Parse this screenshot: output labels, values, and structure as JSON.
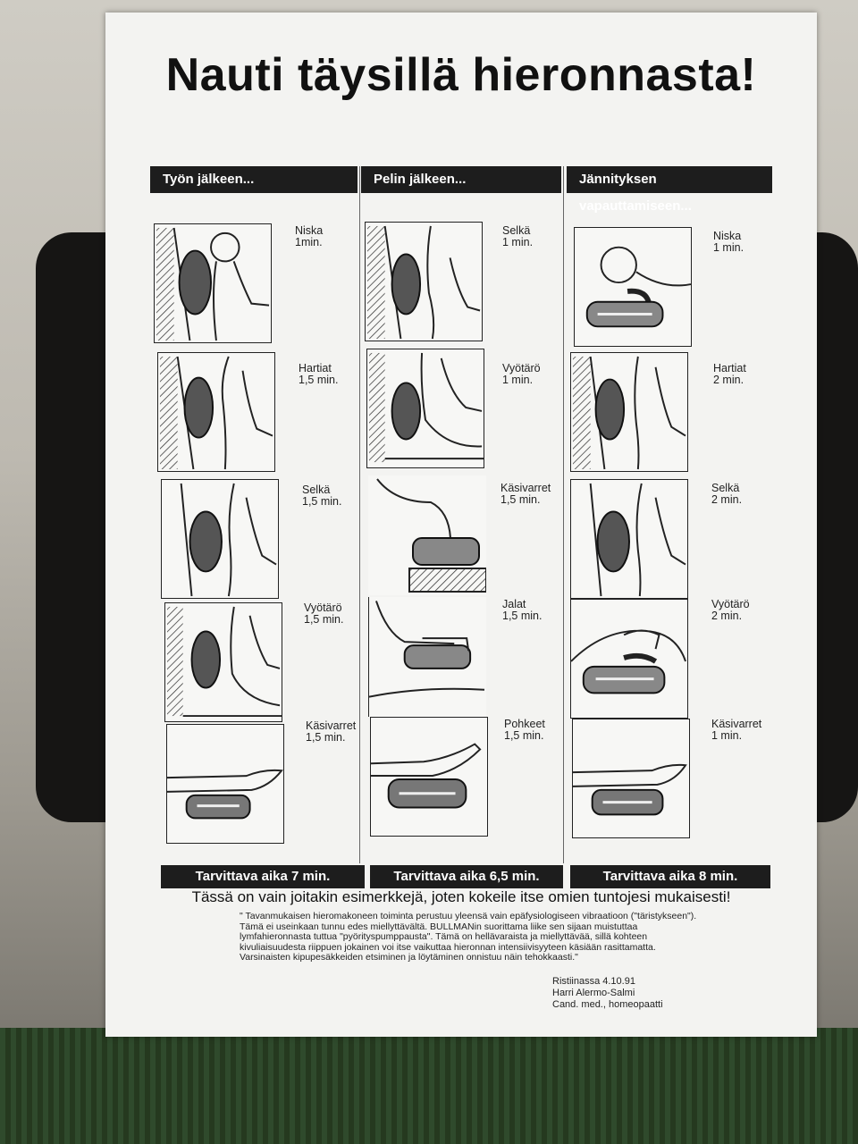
{
  "headline": "Nauti täysillä hieronnasta!",
  "columns": [
    {
      "header": "Työn jälkeen...",
      "footer": "Tarvittava aika 7 min.",
      "items": [
        {
          "part": "Niska",
          "time": "1min."
        },
        {
          "part": "Hartiat",
          "time": "1,5 min."
        },
        {
          "part": "Selkä",
          "time": "1,5 min."
        },
        {
          "part": "Vyötärö",
          "time": "1,5 min."
        },
        {
          "part": "Käsivarret",
          "time": "1,5 min."
        }
      ]
    },
    {
      "header": "Pelin jälkeen...",
      "footer": "Tarvittava aika 6,5 min.",
      "items": [
        {
          "part": "Selkä",
          "time": "1 min."
        },
        {
          "part": "Vyötärö",
          "time": "1 min."
        },
        {
          "part": "Käsivarret",
          "time": "1,5 min."
        },
        {
          "part": "Jalat",
          "time": "1,5 min."
        },
        {
          "part": "Pohkeet",
          "time": "1,5 min."
        }
      ]
    },
    {
      "header": "Jännityksen vapauttamiseen...",
      "footer": "Tarvittava aika 8 min.",
      "items": [
        {
          "part": "Niska",
          "time": "1 min."
        },
        {
          "part": "Hartiat",
          "time": "2 min."
        },
        {
          "part": "Selkä",
          "time": "2 min."
        },
        {
          "part": "Vyötärö",
          "time": "2 min."
        },
        {
          "part": "Käsivarret",
          "time": "1 min."
        }
      ]
    }
  ],
  "tagline": "Tässä on vain joitakin esimerkkejä, joten kokeile itse omien tuntojesi mukaisesti!",
  "quote": "\" Tavanmukaisen hieromakoneen toiminta perustuu yleensä vain epäfysiologiseen vibraatioon (\"täristykseen\"). Tämä ei useinkaan tunnu edes miellyttävältä. BULLMANin suorittama liike sen sijaan muistuttaa lymfahieronnasta tuttua \"pyörityspumppausta\". Tämä on hellävaraista ja miellyttävää, sillä kohteen kivuliaisuudesta riippuen jokainen voi itse vaikuttaa hieronnan intensiivisyyteen käsiään rasittamatta. Varsinaisten kipupesäkkeiden etsiminen ja löytäminen onnistuu näin tehokkaasti.\"",
  "signature": {
    "place_date": "Ristiinassa 4.10.91",
    "name": "Harri Alermo-Salmi",
    "title": "Cand. med., homeopaatti"
  }
}
